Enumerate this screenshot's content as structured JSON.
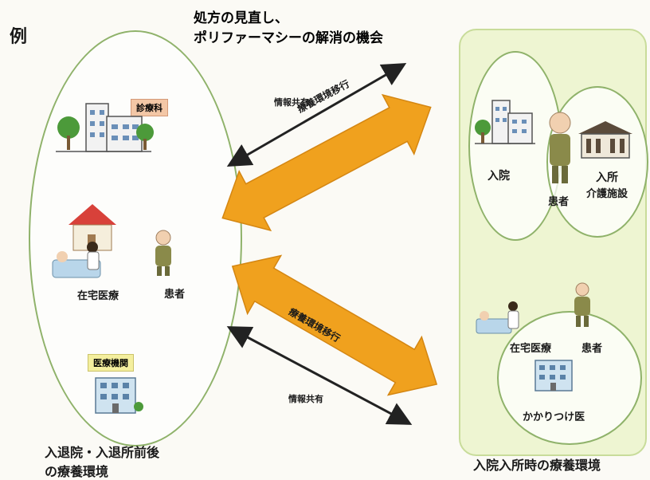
{
  "example_label": "例",
  "title": {
    "line1": "処方の見直し、",
    "line2": "ポリファーマシーの解消の機会"
  },
  "left_group": {
    "clinic_tag": "診療科",
    "home_care": "在宅医療",
    "patient": "患者",
    "institution_tag": "医療機関",
    "caption_line1": "入退院・入退所前後",
    "caption_line2": "の療養環境"
  },
  "right_group": {
    "hospital": "入院",
    "facility_line1": "入所",
    "facility_line2": "介護施設",
    "patient_top": "患者",
    "home_care": "在宅医療",
    "patient_bottom": "患者",
    "family_doctor": "かかりつけ医",
    "caption": "入院入所時の療養環境"
  },
  "arrows": {
    "info_share_top": "情報共有",
    "transition_top": "療養環境移行",
    "transition_bottom": "療養環境移行",
    "info_share_bottom": "情報共有"
  },
  "colors": {
    "orange_arrow": "#f0a11e",
    "oval_border": "#8fb26a",
    "panel_fill": "#eef5d2",
    "tag_fill": "#f3c7a6",
    "tag_fill_alt": "#f4ef9e"
  }
}
